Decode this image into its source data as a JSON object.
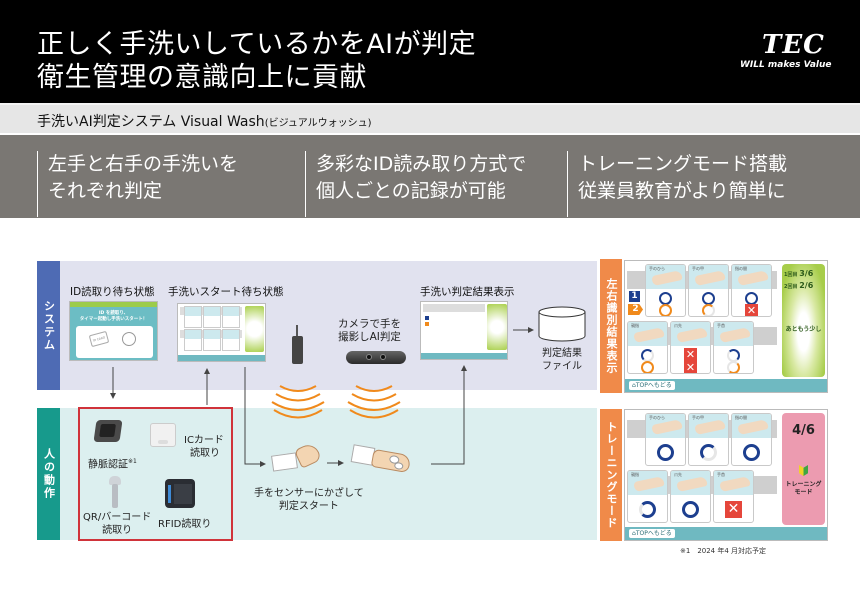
{
  "header": {
    "headline_line1": "正しく手洗いしているかをAIが判定",
    "headline_line2": "衛生管理の意識向上に貢献",
    "logo_text": "TEC",
    "logo_tagline": "WILL makes Value"
  },
  "subtitle": {
    "main": "手洗いAI判定システム Visual Wash",
    "reading": "(ビジュアルウォッシュ)"
  },
  "features": [
    {
      "line1": "左手と右手の手洗いを",
      "line2": "それぞれ判定"
    },
    {
      "line1": "多彩なID読み取り方式で",
      "line2": "個人ごとの記録が可能"
    },
    {
      "line1": "トレーニングモード搭載",
      "line2": "従業員教育がより簡単に"
    }
  ],
  "diagram": {
    "lanes": {
      "system": "システム",
      "human": "人の動作"
    },
    "system_steps": {
      "id_wait": "ID読取り待ち状態",
      "id_wait_screen_text1": "ID を読取り、",
      "id_wait_screen_text2": "タイマー起動し手洗いスタート！",
      "id_wait_card_label": "ID CARD",
      "wash_wait": "手洗いスタート待ち状態",
      "camera_line1": "カメラで手を",
      "camera_line2": "撮影しAI判定",
      "result_display": "手洗い判定結果表示",
      "result_file_line1": "判定結果",
      "result_file_line2": "ファイル"
    },
    "id_devices": {
      "vein": "静脈認証",
      "vein_note": "※1",
      "ic_line1": "ICカード",
      "ic_line2": "読取り",
      "qr_line1": "QR/バーコード",
      "qr_line2": "読取り",
      "rfid": "RFID読取り"
    },
    "hand_action_line1": "手をセンサーにかざして",
    "hand_action_line2": "判定スタート"
  },
  "side_panels": {
    "lr_result": {
      "label": "左右識別結果表示",
      "round1_label": "1回目",
      "round1_score": "3/6",
      "round2_label": "2回目",
      "round2_score": "2/6",
      "message": "あともう少し",
      "hand1": "1",
      "hand2": "2",
      "top_button": "TOPへもどる",
      "steps": [
        "手のひら",
        "手の甲",
        "指の間",
        "親指",
        "爪先",
        "手首"
      ]
    },
    "training": {
      "label": "トレーニングモード",
      "score": "4/6",
      "mode_line1": "トレーニング",
      "mode_line2": "モード",
      "top_button": "TOPへもどる",
      "steps": [
        "手のひら",
        "手の甲",
        "指の間",
        "親指",
        "爪先",
        "手首"
      ]
    }
  },
  "footnote": "※1　2024 年4 月対応予定"
}
